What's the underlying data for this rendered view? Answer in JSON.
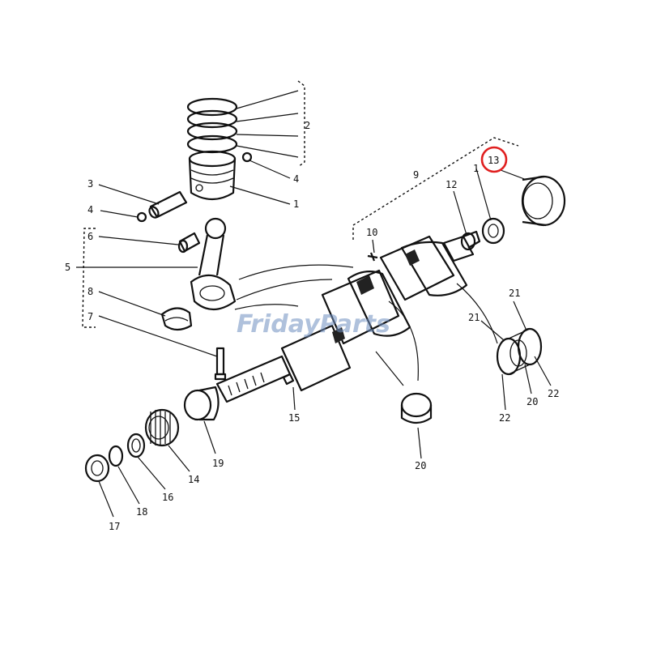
{
  "callouts": {
    "c1": "1",
    "c2": "2",
    "c3": "3",
    "c4a": "4",
    "c4b": "4",
    "c5": "5",
    "c6": "6",
    "c7": "7",
    "c8": "8",
    "c9": "9",
    "c10": "10",
    "c12": "12",
    "c13": "13",
    "c1b": "1",
    "c14": "14",
    "c15": "15",
    "c16": "16",
    "c17": "17",
    "c18": "18",
    "c19": "19",
    "c20a": "20",
    "c20b": "20",
    "c21a": "21",
    "c21b": "21",
    "c22a": "22",
    "c22b": "22"
  },
  "highlight": {
    "target": "13",
    "color": "#e02020"
  },
  "watermark": {
    "text": "FridayParts",
    "color": "#6f8fc0"
  }
}
